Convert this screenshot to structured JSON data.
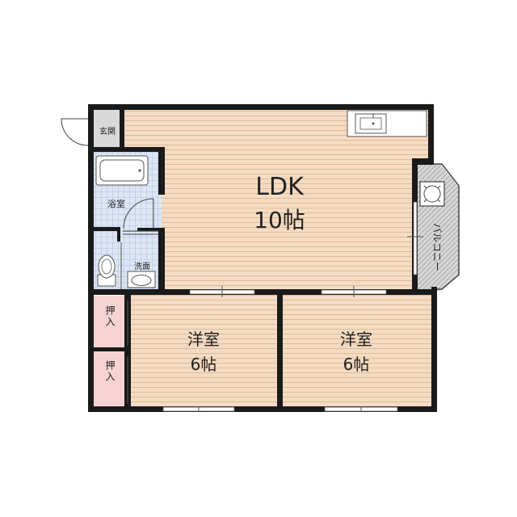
{
  "rooms": {
    "ldk": {
      "name": "LDK",
      "size": "10帖"
    },
    "western1": {
      "name": "洋室",
      "size": "6帖"
    },
    "western2": {
      "name": "洋室",
      "size": "6帖"
    },
    "bath": {
      "name": "浴室"
    },
    "washroom": {
      "name": "洗面"
    },
    "entrance": {
      "name": "玄関"
    },
    "balcony": {
      "name": "バルコニー"
    },
    "closet1": {
      "name": "押入"
    },
    "closet2": {
      "name": "押入"
    }
  },
  "colors": {
    "wall": "#1a1a1a",
    "floor": "#f4dcc4",
    "floor_line": "#e2b994",
    "tile": "#dde6f5",
    "tile_line": "#9fb3d6",
    "closet": "#f6d3d3",
    "entrance": "#d9d9d9",
    "balcony": "#d6d6d6"
  }
}
